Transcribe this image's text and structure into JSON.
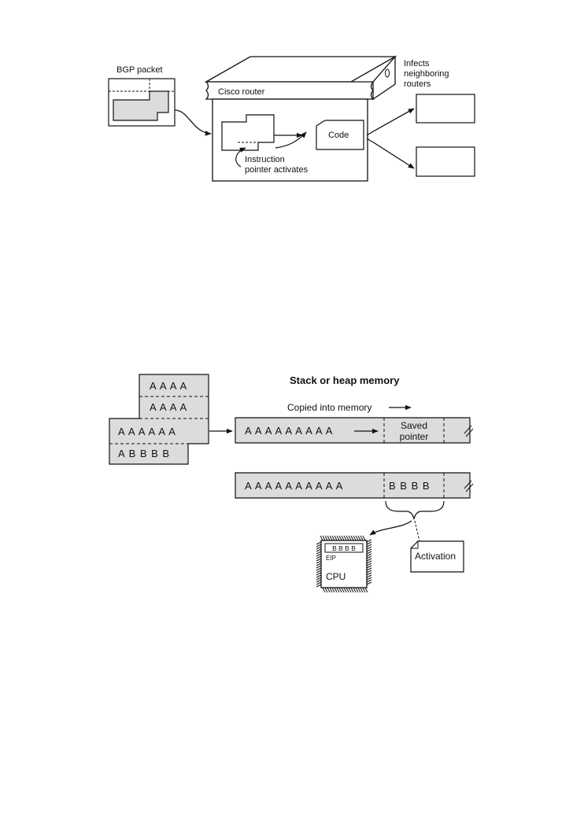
{
  "figure1": {
    "bgp_packet_label": "BGP packet",
    "router_label": "Cisco router",
    "infects_line1": "Infects",
    "infects_line2": "neighboring",
    "infects_line3": "routers",
    "code_label": "Code",
    "instruction_line1": "Instruction",
    "instruction_line2": "pointer activates"
  },
  "figure2": {
    "title": "Stack or heap memory",
    "copied_label": "Copied into memory",
    "packet_rows": [
      "A A A A",
      "A A A A",
      "A A A A A A",
      "A B B B B"
    ],
    "buffer1_letters": "A A A A A A A A A",
    "saved_line1": "Saved",
    "saved_line2": "pointer",
    "buffer2_a_letters": "A A A A A A A A A A",
    "buffer2_b_letters": "B B B B",
    "register_value": "B B B B",
    "eip_label": "EIP",
    "cpu_label": "CPU",
    "activation_label": "Activation"
  },
  "colors": {
    "fill_gray": "#dcdcdc",
    "line": "#111111"
  },
  "icons": [
    "cpu-chip-icon",
    "document-page-icon",
    "arrow-right-icon"
  ]
}
